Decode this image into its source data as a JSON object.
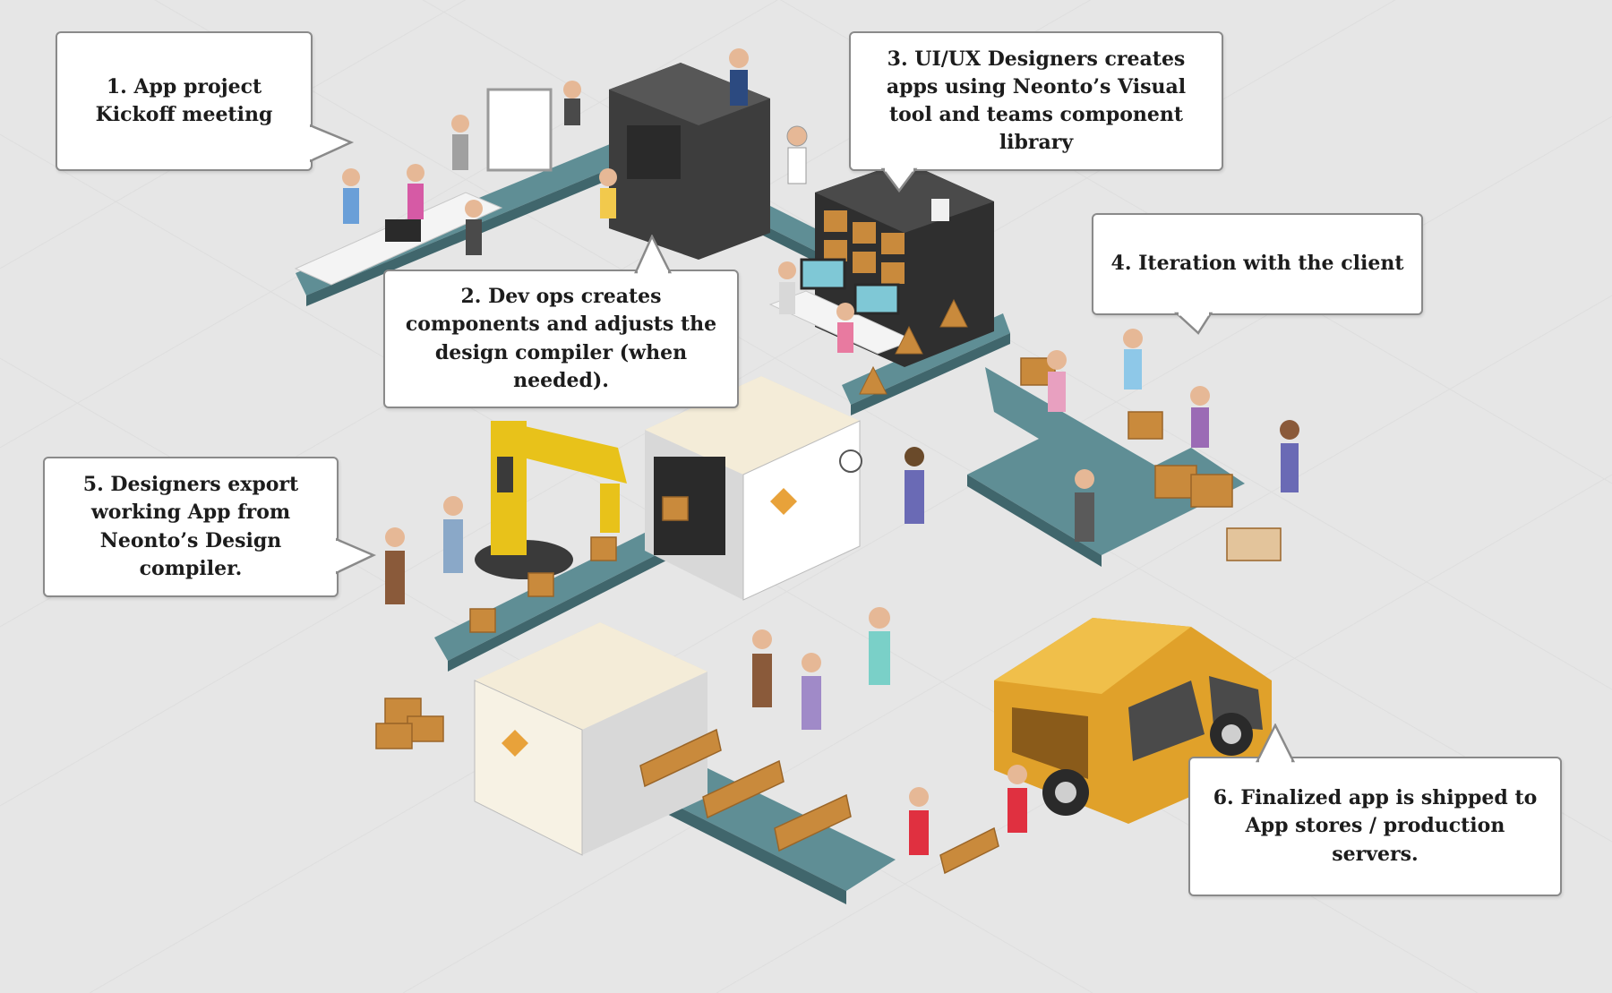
{
  "brand": "Neonto",
  "colors": {
    "background": "#e6e6e6",
    "conveyor": "#5f8e95",
    "conveyor_side": "#40666c",
    "box": "#c98a3c",
    "machine_dark": "#3d3d3d",
    "machine_light": "#f4ecd8",
    "robot_arm": "#e8c21a",
    "van": "#e0a12a"
  },
  "steps": [
    {
      "text": "1. App project Kickoff meeting"
    },
    {
      "text": "2. Dev ops creates components and adjusts the design compiler (when needed)."
    },
    {
      "text": "3. UI/UX Designers creates apps using Neonto’s Visual tool and teams component library"
    },
    {
      "text": "4. Iteration with the client"
    },
    {
      "text": "5. Designers export working App from Neonto’s Design compiler."
    },
    {
      "text": "6. Finalized app is shipped to App stores / production servers."
    }
  ]
}
